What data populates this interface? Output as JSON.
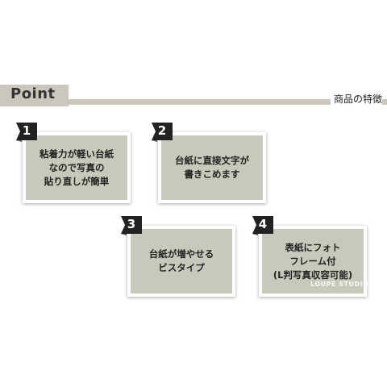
{
  "header": {
    "title": "Point",
    "subtitle": "商品の特徴"
  },
  "cards": [
    {
      "number": "1",
      "text": "粘着力が軽い台紙\nなので写真の\n貼り直しが簡単"
    },
    {
      "number": "2",
      "text": "台紙に直接文字が\n書きこめます"
    },
    {
      "number": "3",
      "text": "台紙が増やせる\nビスタイプ"
    },
    {
      "number": "4",
      "text": "表紙にフォト\nフレーム付\n(L判写真収容可能)"
    }
  ],
  "watermark": "LOUPE STUDIO",
  "colors": {
    "header_block": "#ccc7bd",
    "card_fill": "#c9c9bb",
    "badge": "#222222"
  }
}
